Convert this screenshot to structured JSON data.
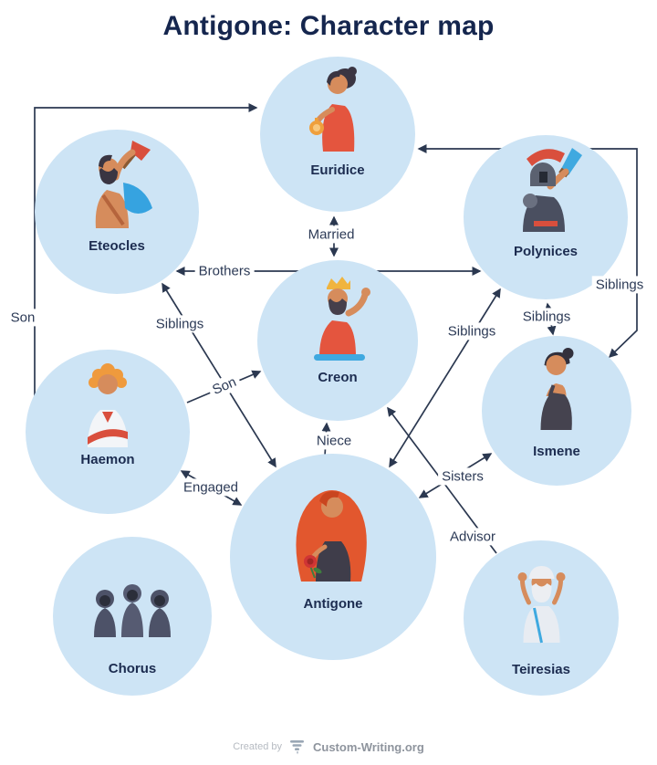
{
  "title": "Antigone: Character map",
  "colors": {
    "circle_fill": "#cde4f5",
    "arrow": "#2b3850",
    "title_text": "#15264e",
    "node_label_text": "#1c2c50"
  },
  "nodes": [
    {
      "id": "euridice",
      "label": "Euridice",
      "icon": "woman-holding-watch-icon"
    },
    {
      "id": "eteocles",
      "label": "Eteocles",
      "icon": "bearded-man-with-axe-icon"
    },
    {
      "id": "polynices",
      "label": "Polynices",
      "icon": "armored-warrior-with-sword-icon"
    },
    {
      "id": "creon",
      "label": "Creon",
      "icon": "king-with-crown-icon"
    },
    {
      "id": "haemon",
      "label": "Haemon",
      "icon": "young-man-white-robe-icon"
    },
    {
      "id": "ismene",
      "label": "Ismene",
      "icon": "woman-dark-dress-icon"
    },
    {
      "id": "antigone",
      "label": "Antigone",
      "icon": "red-haired-woman-with-rose-icon"
    },
    {
      "id": "chorus",
      "label": "Chorus",
      "icon": "three-hooded-figures-icon"
    },
    {
      "id": "teiresias",
      "label": "Teiresias",
      "icon": "old-blind-prophet-icon"
    }
  ],
  "edges": [
    {
      "id": "married",
      "label": "Married"
    },
    {
      "id": "brothers",
      "label": "Brothers"
    },
    {
      "id": "son-outer-left",
      "label": "Son"
    },
    {
      "id": "siblings-left",
      "label": "Siblings"
    },
    {
      "id": "siblings-center",
      "label": "Siblings"
    },
    {
      "id": "siblings-right-inner",
      "label": "Siblings"
    },
    {
      "id": "siblings-right-outer",
      "label": "Siblings"
    },
    {
      "id": "son-inner",
      "label": "Son"
    },
    {
      "id": "niece",
      "label": "Niece"
    },
    {
      "id": "engaged",
      "label": "Engaged"
    },
    {
      "id": "sisters",
      "label": "Sisters"
    },
    {
      "id": "advisor",
      "label": "Advisor"
    }
  ],
  "footer": {
    "created_by": "Created by",
    "brand": "Custom-Writing.org",
    "logo_icon": "custom-writing-funnel-logo-icon"
  }
}
